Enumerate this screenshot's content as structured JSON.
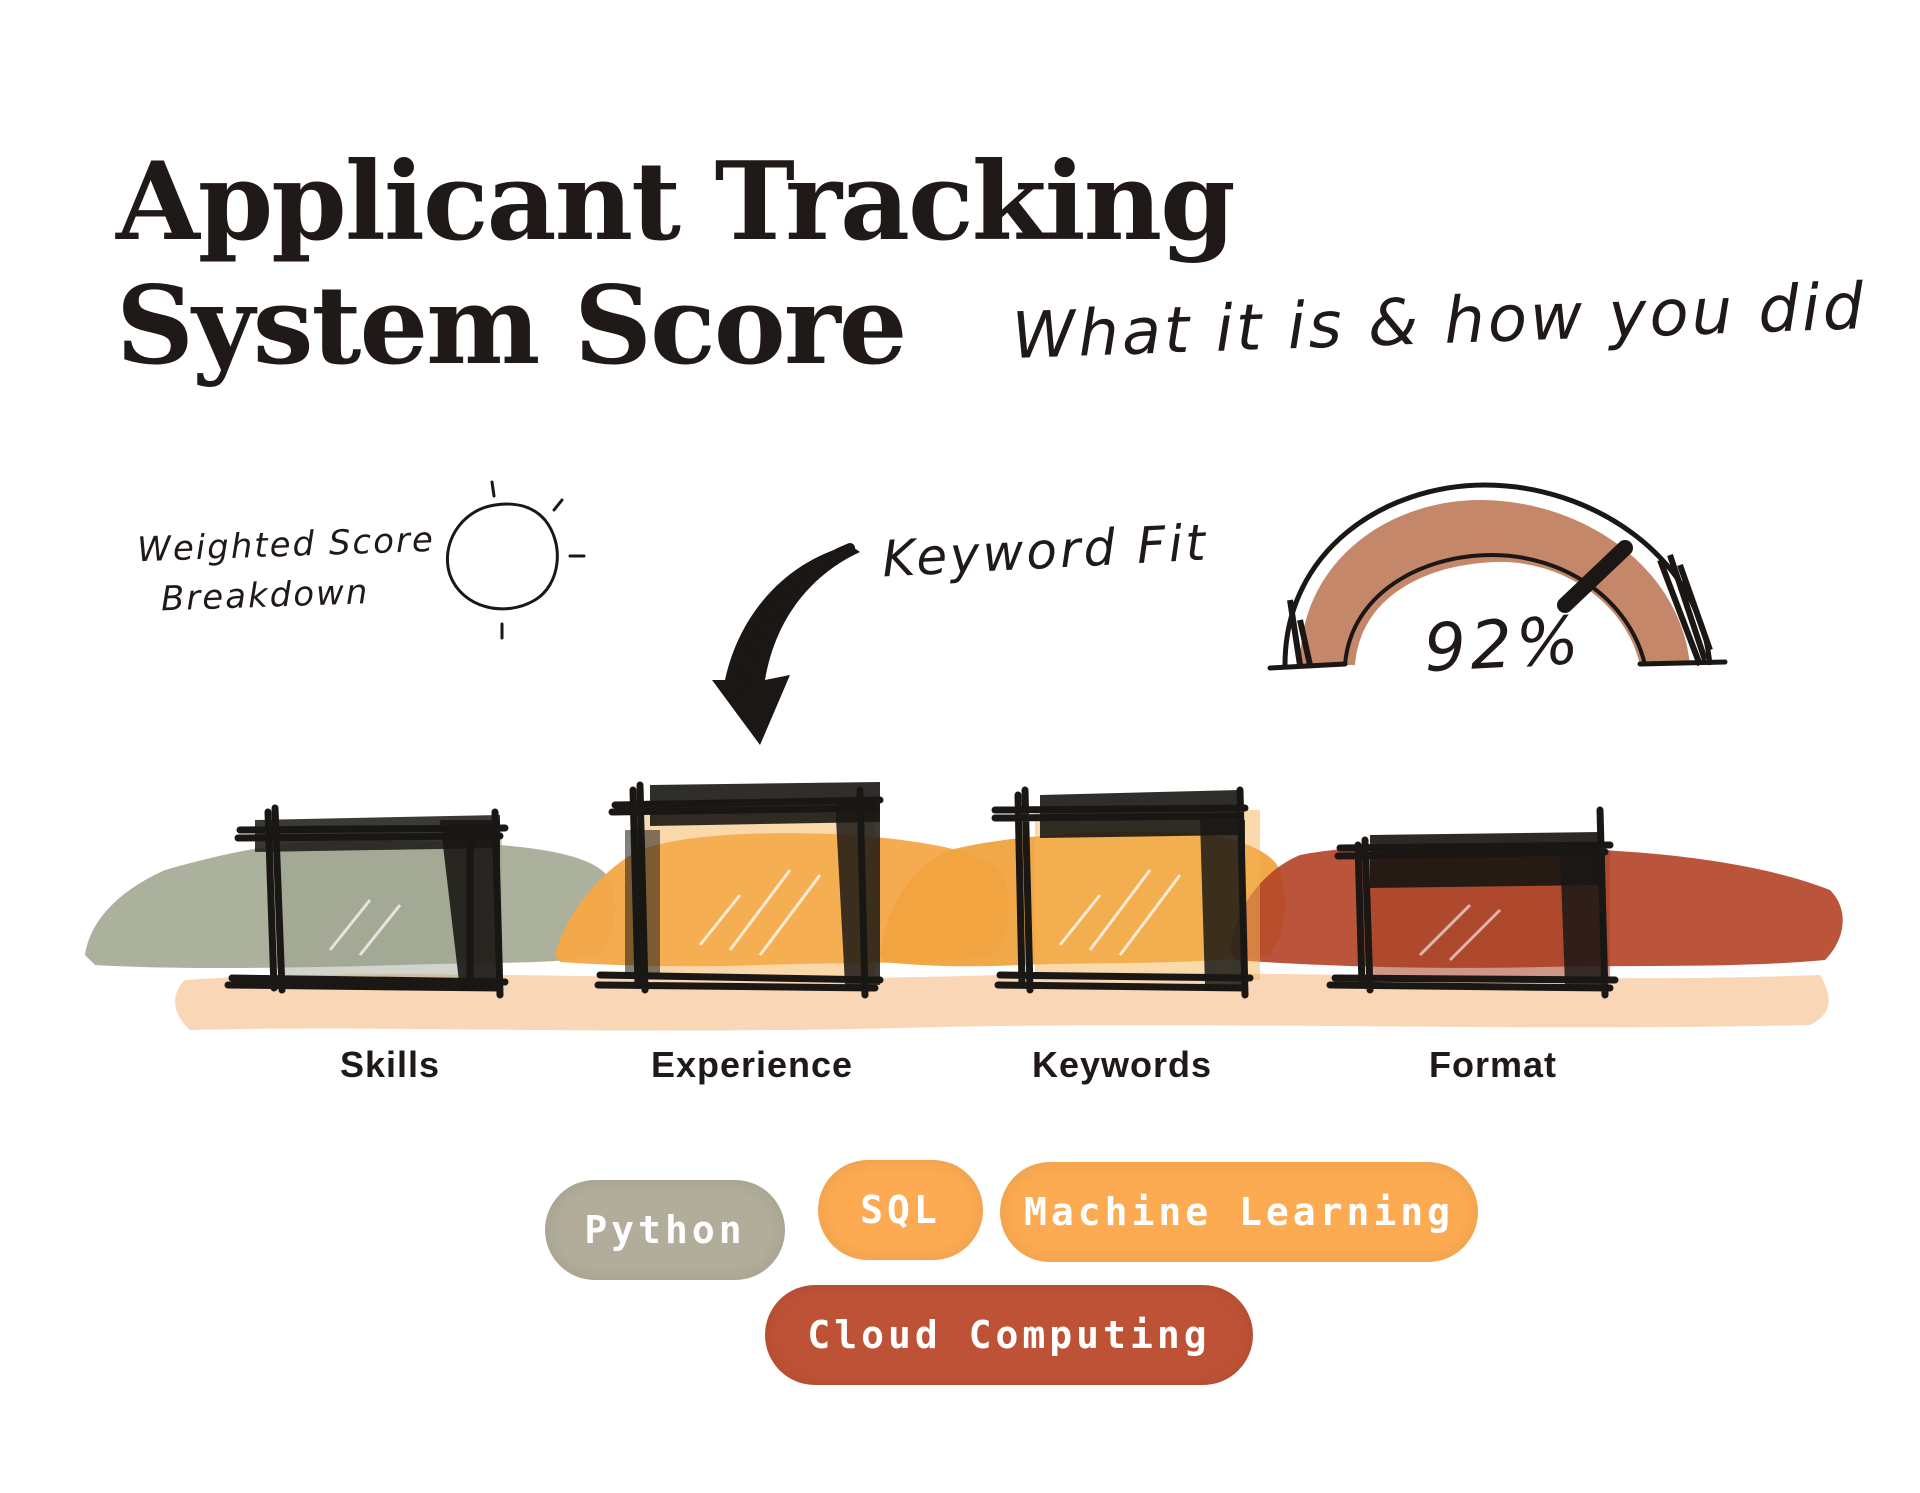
{
  "title_line1": "Applicant Tracking",
  "title_line2": "System Score",
  "subtitle": "What it is & how you did",
  "notes": {
    "weighted_line1": "Weighted Score",
    "weighted_line2": "Breakdown",
    "keyword_fit": "Keyword Fit"
  },
  "gauge": {
    "value_label": "92%",
    "value": 0.92,
    "color": "#c4876a"
  },
  "categories": [
    {
      "label": "Skills",
      "color": "#a8ad98"
    },
    {
      "label": "Experience",
      "color": "#f4a646"
    },
    {
      "label": "Keywords",
      "color": "#f2a240"
    },
    {
      "label": "Format",
      "color": "#b4472a"
    }
  ],
  "tags": [
    {
      "label": "Python",
      "color": "#b1ad9a"
    },
    {
      "label": "SQL",
      "color": "#fcab52"
    },
    {
      "label": "Machine Learning",
      "color": "#fcab52"
    },
    {
      "label": "Cloud Computing",
      "color": "#be5236"
    }
  ],
  "colors": {
    "ink": "#1f1a17",
    "peach_band": "#f9d6b6"
  }
}
